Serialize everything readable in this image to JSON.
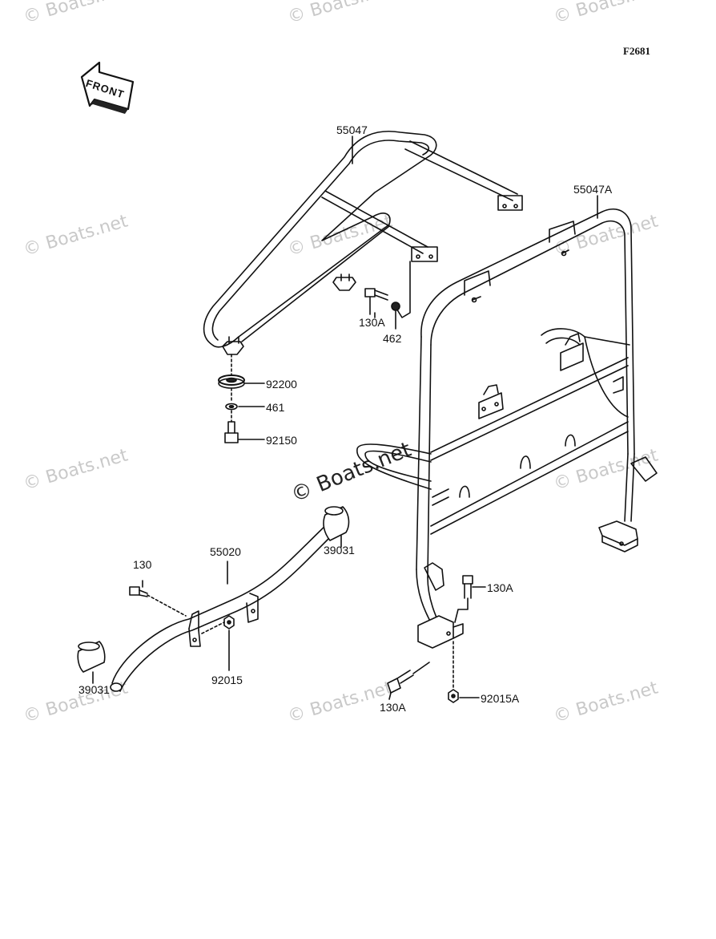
{
  "figure_code": "F2681",
  "front_arrow_label": "FRONT",
  "watermark_text": "© Boats.net",
  "center_watermark_text": "© Boats.net",
  "parts": {
    "p55047": "55047",
    "p55047A": "55047A",
    "p130A_top": "130A",
    "p462": "462",
    "p92200": "92200",
    "p461": "461",
    "p92150": "92150",
    "p39031_right": "39031",
    "p55020": "55020",
    "p130": "130",
    "p92015": "92015",
    "p39031_left": "39031",
    "p130A_mid": "130A",
    "p130A_bottom": "130A",
    "p92015A": "92015A"
  }
}
